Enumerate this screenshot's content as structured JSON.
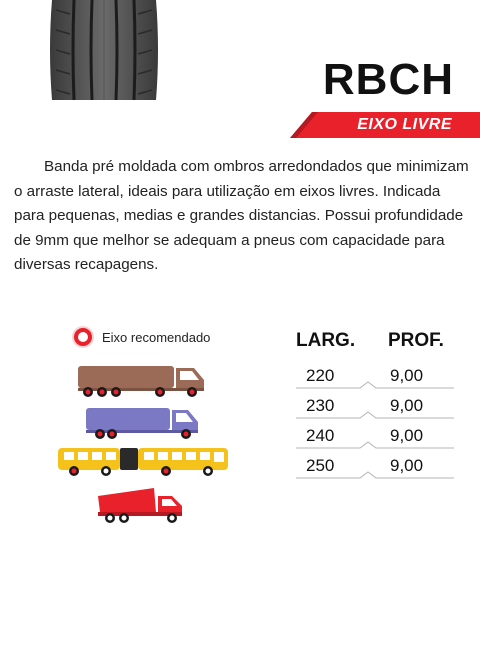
{
  "product": {
    "title": "RBCH",
    "category": "EIXO LIVRE",
    "description": "Banda pré moldada com ombros arredondados que minimizam o arraste lateral, ideais para utilização em eixos livres. Indicada para pequenas, medias e grandes distancias. Possui profundidade de 9mm que melhor se adequam a pneus com capacidade para diversas recapagens."
  },
  "legend": {
    "label": "Eixo recomendado",
    "icon": "recommended-axle-dot-icon",
    "color": "#e8212b"
  },
  "vehicles": [
    {
      "name": "truck-brown",
      "body_color": "#9b6b57",
      "cab_color": "#9b6b57"
    },
    {
      "name": "truck-purple",
      "body_color": "#7b78c4",
      "cab_color": "#7b78c4"
    },
    {
      "name": "bus-yellow",
      "body_color": "#f4c21b"
    },
    {
      "name": "dump-truck-red",
      "body_color": "#e8212b"
    }
  ],
  "specs": {
    "headers": {
      "width": "LARG.",
      "depth": "PROF."
    },
    "rows": [
      {
        "width": "220",
        "depth": "9,00"
      },
      {
        "width": "230",
        "depth": "9,00"
      },
      {
        "width": "240",
        "depth": "9,00"
      },
      {
        "width": "250",
        "depth": "9,00"
      }
    ]
  },
  "colors": {
    "accent": "#e8212b",
    "text": "#1a1a1a"
  }
}
